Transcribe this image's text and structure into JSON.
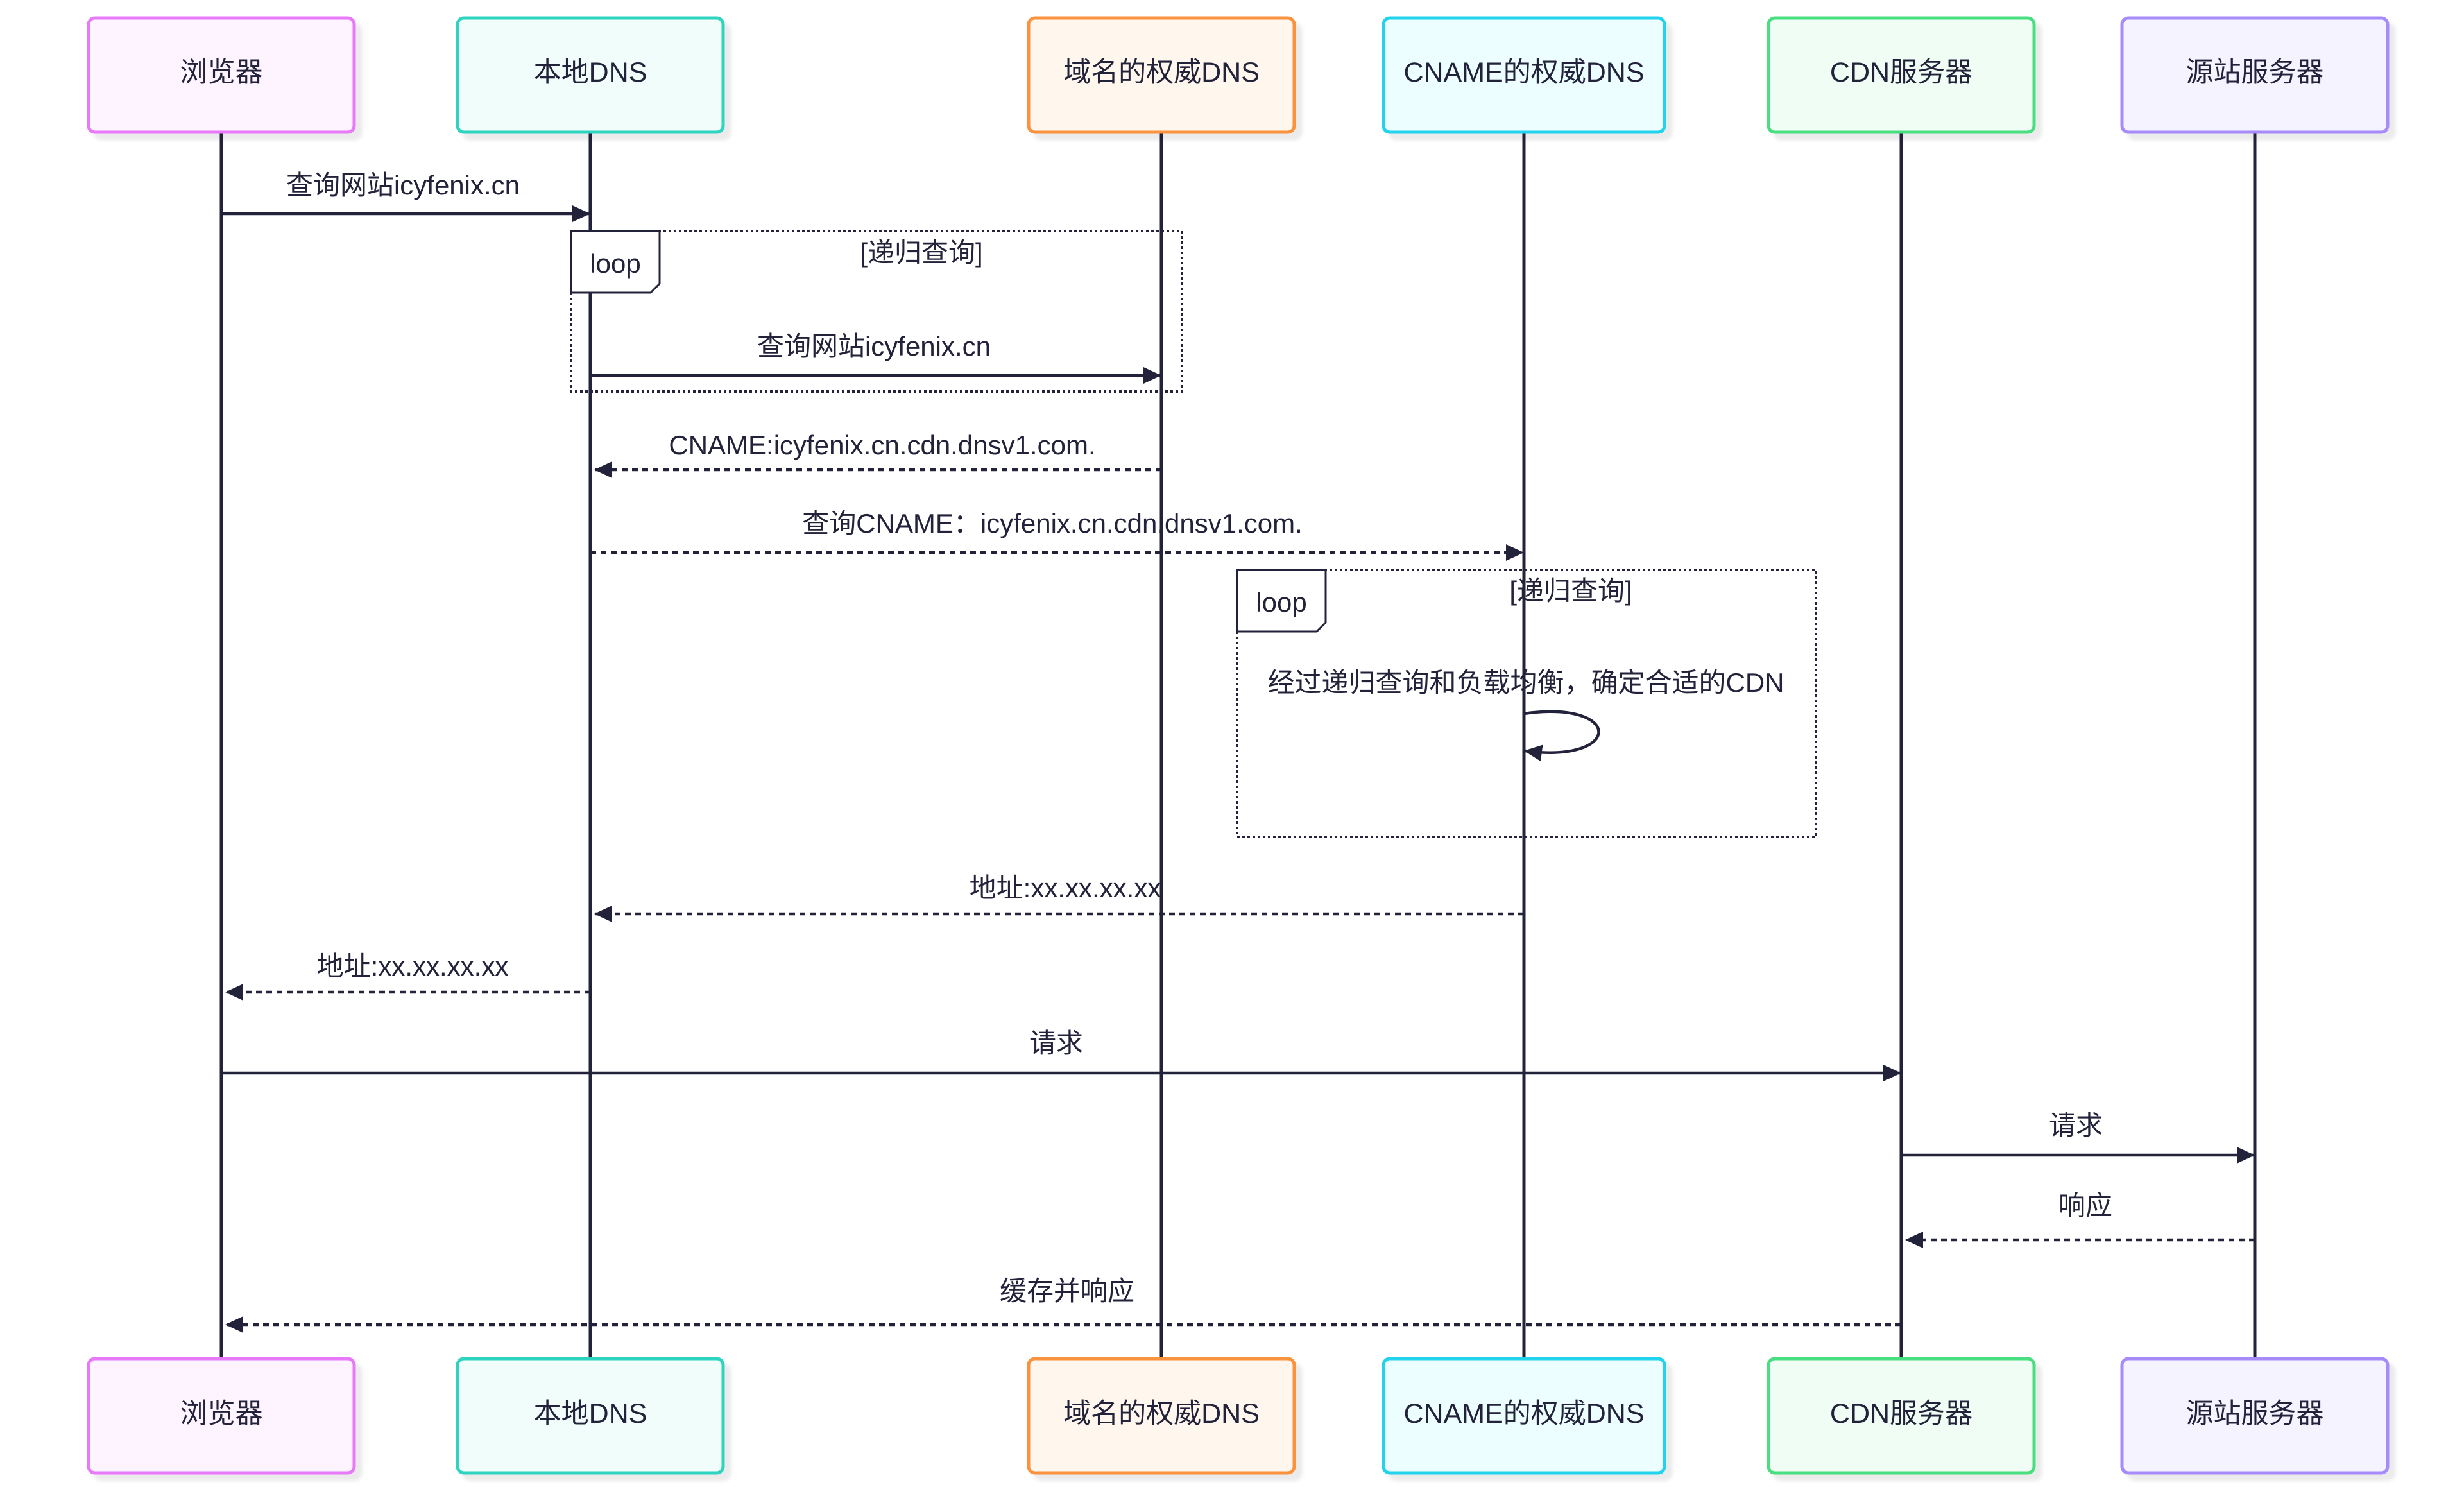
{
  "participants": [
    {
      "id": "browser",
      "label": "浏览器",
      "border": "#e879f9",
      "fill": "#fdf4ff"
    },
    {
      "id": "local_dns",
      "label": "本地DNS",
      "border": "#2dd4bf",
      "fill": "#f0fdfa"
    },
    {
      "id": "auth_dns",
      "label": "域名的权威DNS",
      "border": "#fb923c",
      "fill": "#fff7ed"
    },
    {
      "id": "cname_dns",
      "label": "CNAME的权威DNS",
      "border": "#22d3ee",
      "fill": "#ecfeff"
    },
    {
      "id": "cdn",
      "label": "CDN服务器",
      "border": "#4ade80",
      "fill": "#f0fdf4"
    },
    {
      "id": "origin",
      "label": "源站服务器",
      "border": "#a78bfa",
      "fill": "#f5f3ff"
    }
  ],
  "messages": [
    {
      "id": "m1",
      "from": "browser",
      "to": "local_dns",
      "label": "查询网站icyfenix.cn",
      "style": "solid"
    },
    {
      "id": "m2",
      "from": "local_dns",
      "to": "auth_dns",
      "label": "查询网站icyfenix.cn",
      "style": "solid"
    },
    {
      "id": "m3",
      "from": "auth_dns",
      "to": "local_dns",
      "label": "CNAME:icyfenix.cn.cdn.dnsv1.com.",
      "style": "dashed"
    },
    {
      "id": "m4",
      "from": "local_dns",
      "to": "cname_dns",
      "label": "查询CNAME：icyfenix.cn.cdn.dnsv1.com.",
      "style": "dashed"
    },
    {
      "id": "m5",
      "from": "cname_dns",
      "to": "cname_dns",
      "label": "经过递归查询和负载均衡，确定合适的CDN",
      "style": "solid"
    },
    {
      "id": "m6",
      "from": "cname_dns",
      "to": "local_dns",
      "label": "地址:xx.xx.xx.xx",
      "style": "dashed"
    },
    {
      "id": "m7",
      "from": "local_dns",
      "to": "browser",
      "label": "地址:xx.xx.xx.xx",
      "style": "dashed"
    },
    {
      "id": "m8",
      "from": "browser",
      "to": "cdn",
      "label": "请求",
      "style": "solid"
    },
    {
      "id": "m9",
      "from": "cdn",
      "to": "origin",
      "label": "请求",
      "style": "solid"
    },
    {
      "id": "m10",
      "from": "origin",
      "to": "cdn",
      "label": "响应",
      "style": "dashed"
    },
    {
      "id": "m11",
      "from": "cdn",
      "to": "browser",
      "label": "缓存并响应",
      "style": "dashed"
    }
  ],
  "loops": [
    {
      "id": "loop1",
      "keyword": "loop",
      "condition": "[递归查询]",
      "contains": [
        "m2"
      ]
    },
    {
      "id": "loop2",
      "keyword": "loop",
      "condition": "[递归查询]",
      "contains": [
        "m5"
      ]
    }
  ],
  "colors": {
    "line": "#22223a",
    "background": "#ffffff"
  }
}
